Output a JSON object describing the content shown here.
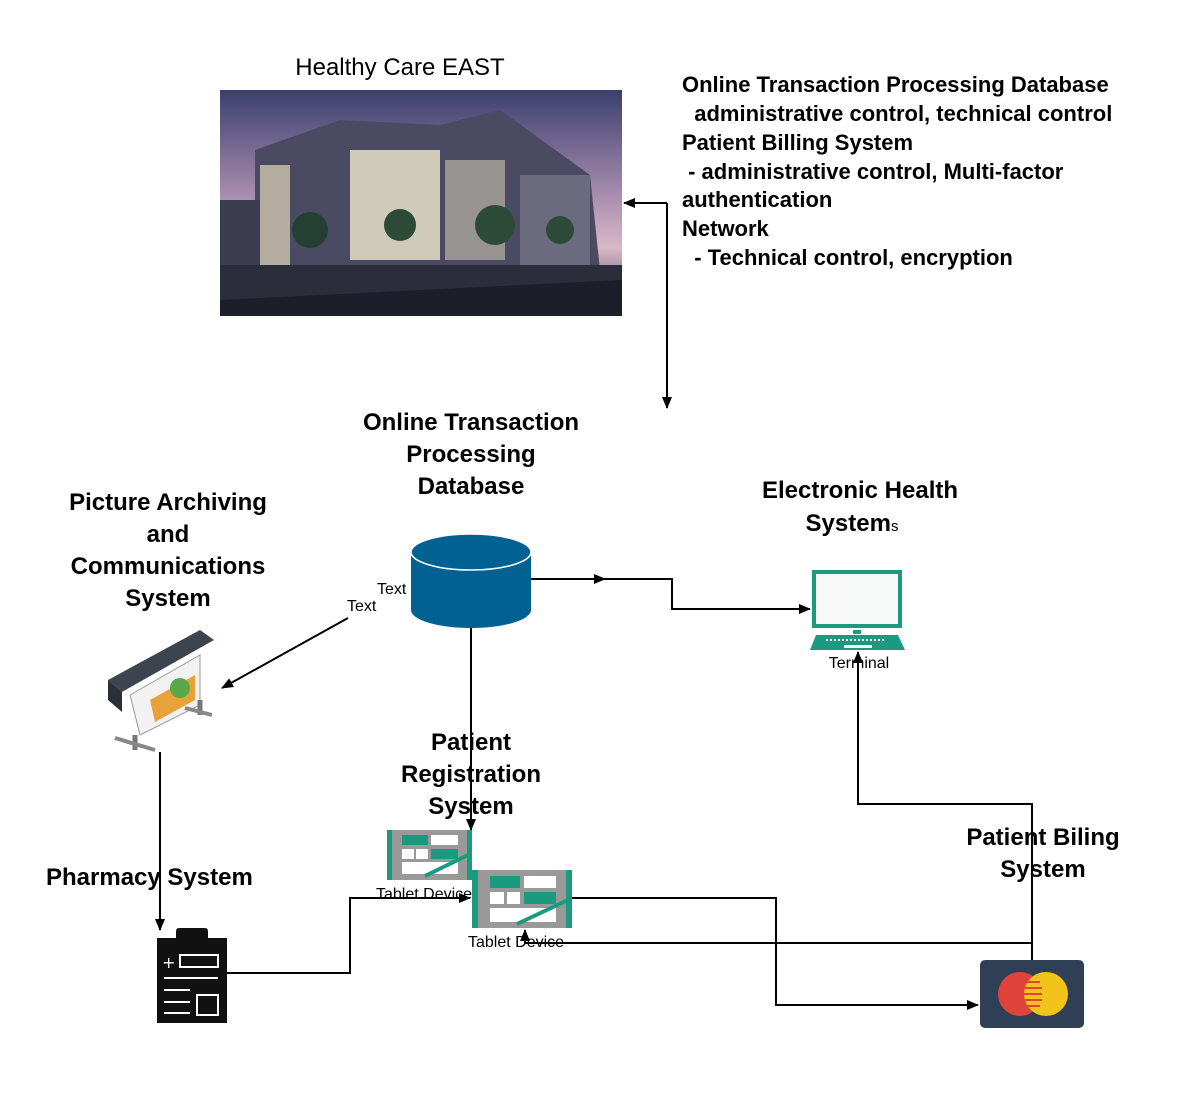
{
  "title": "Healthy Care EAST",
  "notes": [
    "Online Transaction Processing Database",
    "  administrative control, technical control",
    "Patient Billing System",
    " - administrative control, Multi-factor",
    "authentication",
    "Network",
    "  - Technical control, encryption"
  ],
  "otp_db": {
    "label": [
      "Online Transaction",
      "Processing",
      "Database"
    ],
    "text1": "Text",
    "text2": "Text"
  },
  "pacs": {
    "label": [
      "Picture Archiving",
      "and",
      "Communications",
      "System"
    ]
  },
  "ehs": {
    "label1": "Electronic Health",
    "label2": "System",
    "label2_small": "s",
    "device": "Terminal"
  },
  "registration": {
    "label": [
      "Patient",
      "Registration",
      "System"
    ],
    "device1": "Tablet Device",
    "device2": "Tablet Device"
  },
  "pharmacy": {
    "label": "Pharmacy System"
  },
  "billing": {
    "label": [
      "Patient Biling",
      "System"
    ]
  },
  "colors": {
    "db": "#006192",
    "teal": "#1a9a7e",
    "card": "#2f3f55"
  }
}
